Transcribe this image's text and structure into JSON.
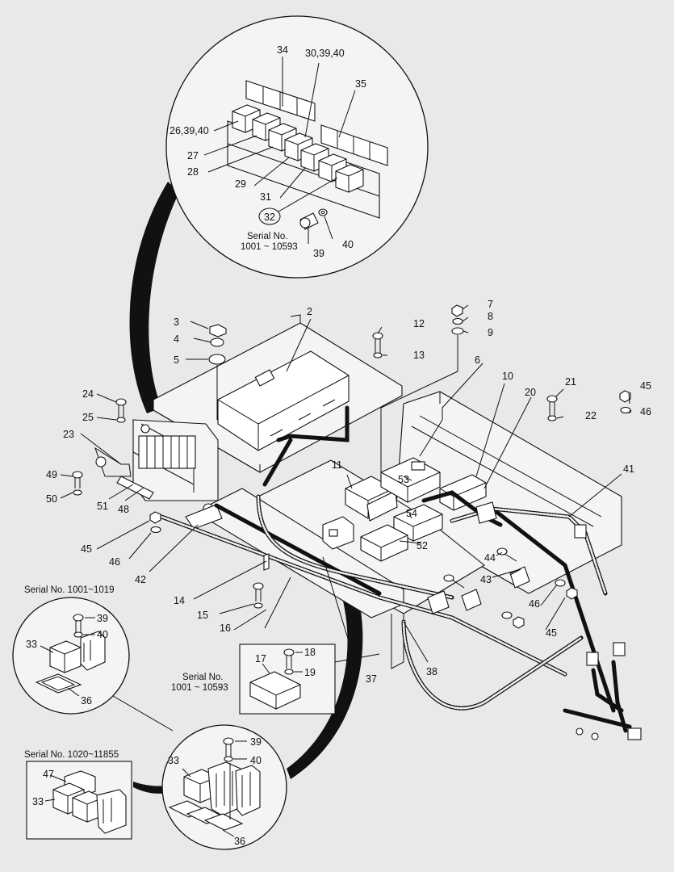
{
  "serials": {
    "top": "Serial No.",
    "top_range": "1001 ~ 10593",
    "left_circle": "Serial No. 1001~1019",
    "box17": "Serial No.",
    "box17_range": "1001 ~ 10593",
    "bottom_left": "Serial No. 1020~11855"
  },
  "callouts": {
    "c2": "2",
    "c3": "3",
    "c4": "4",
    "c5": "5",
    "c6": "6",
    "c7": "7",
    "c8": "8",
    "c9": "9",
    "c10": "10",
    "c11": "11",
    "c12": "12",
    "c13": "13",
    "c14": "14",
    "c15": "15",
    "c16": "16",
    "c17": "17",
    "c18": "18",
    "c19": "19",
    "c20": "20",
    "c21": "21",
    "c22": "22",
    "c23": "23",
    "c24": "24",
    "c25": "25",
    "c26": "26,39,40",
    "c27": "27",
    "c28": "28",
    "c29": "29",
    "c30": "30,39,40",
    "c31": "31",
    "c32": "32",
    "c33a": "33",
    "c33b": "33",
    "c33c": "33",
    "c34": "34",
    "c35": "35",
    "c36a": "36",
    "c36b": "36",
    "c37": "37",
    "c38": "38",
    "c39a": "39",
    "c39b": "39",
    "c39c": "39",
    "c40a": "40",
    "c40b": "40",
    "c40c": "40",
    "c41": "41",
    "c42": "42",
    "c43": "43",
    "c44": "44",
    "c45a": "45",
    "c45b": "45",
    "c45c": "45",
    "c46a": "46",
    "c46b": "46",
    "c46c": "46",
    "c47": "47",
    "c48": "48",
    "c49": "49",
    "c50": "50",
    "c51": "51",
    "c52": "52",
    "c53": "53",
    "c54": "54"
  }
}
